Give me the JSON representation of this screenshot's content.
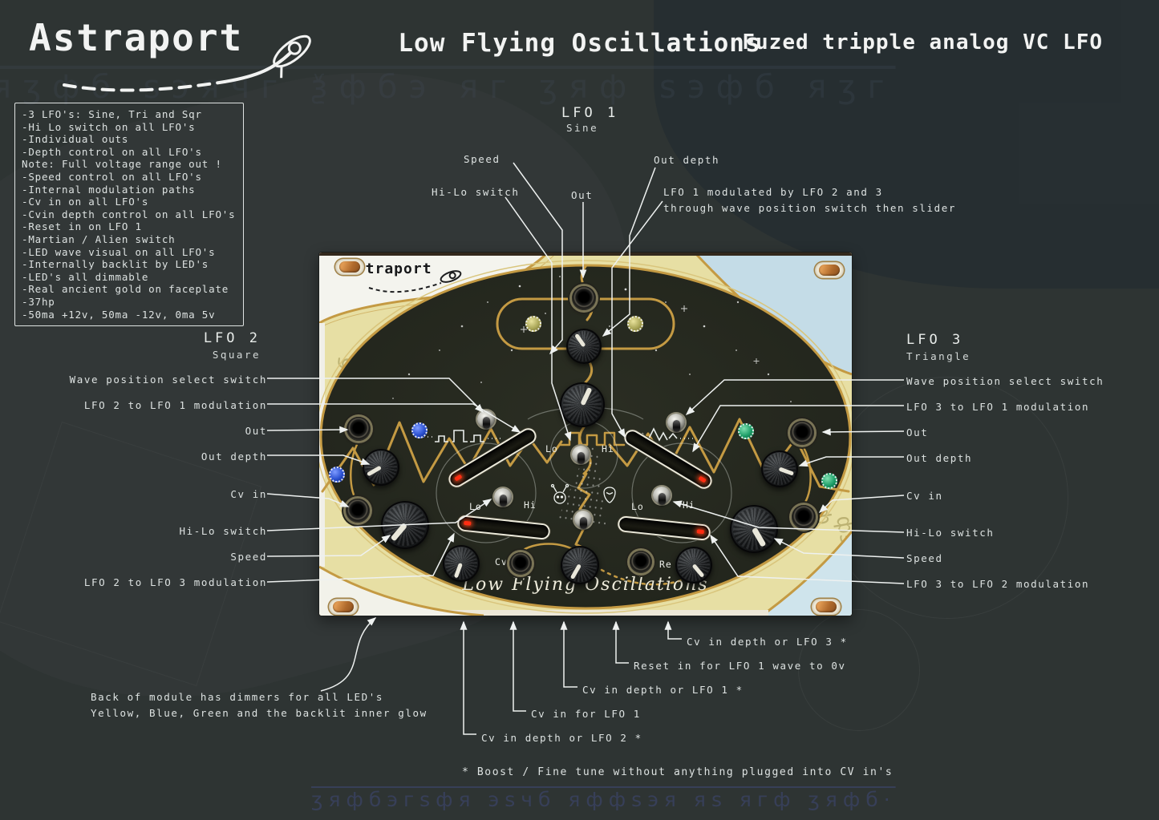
{
  "header": {
    "brand": "Astraport",
    "title": "Low Flying Oscillations",
    "subtitle": "Fuzed tripple analog VC LFO"
  },
  "features": {
    "lines": [
      "-3 LFO's: Sine, Tri and Sqr",
      "-Hi Lo switch on all LFO's",
      "-Individual outs",
      "-Depth control on all LFO's",
      " Note: Full voltage range out !",
      "-Speed control on all LFO's",
      "-Internal modulation paths",
      "-Cv in on all LFO's",
      "-Cvin depth control on all LFO's",
      "-Reset in on LFO 1",
      "-Martian / Alien switch",
      "-LED wave visual on all LFO's",
      "-Internally backlit by LED's",
      "-LED's all dimmable",
      "-Real ancient gold on faceplate",
      "-37hp",
      "-50ma +12v, 50ma -12v, 0ma 5v"
    ]
  },
  "lfo1": {
    "title": "LFO 1",
    "wave": "Sine",
    "speed": "Speed",
    "out_depth": "Out depth",
    "hilo": "Hi-Lo switch",
    "out": "Out",
    "mod_line1": "LFO 1 modulated by LFO 2 and 3",
    "mod_line2": "through wave position switch then slider"
  },
  "lfo2": {
    "title": "LFO 2",
    "wave": "Square",
    "labels": [
      "Wave position select switch",
      "LFO 2 to LFO 1 modulation",
      "Out",
      "Out depth",
      "Cv in",
      "Hi-Lo switch",
      "Speed",
      "LFO 2 to LFO 3 modulation"
    ]
  },
  "lfo3": {
    "title": "LFO 3",
    "wave": "Triangle",
    "labels": [
      "Wave position select switch",
      "LFO 3 to LFO 1 modulation",
      "Out",
      "Out depth",
      "Cv in",
      "Hi-Lo switch",
      "Speed",
      "LFO 3 to LFO 2 modulation"
    ]
  },
  "bottom": {
    "callouts": [
      "Cv in depth or LFO 3 *",
      "Reset in for LFO 1 wave to 0v",
      "Cv in depth or LFO 1 *",
      "Cv in for LFO 1",
      "Cv in depth or LFO 2 *"
    ],
    "footnote": "* Boost / Fine tune without anything plugged into CV in's"
  },
  "back_note": {
    "line1": "Back of module has dimmers for all LED's",
    "line2": "Yellow, Blue, Green and the backlit inner glow"
  },
  "module": {
    "brand": "Astraport",
    "panel_title": "Low Flying Oscillations",
    "lo": "Lo",
    "hi": "Hi",
    "cv_jack": "Cv",
    "reset_jack": "Re",
    "accent_gold": "#c49a43",
    "led_colors": {
      "lfo1": "#a9a557",
      "lfo2": "#2b50d0",
      "lfo3": "#1d9e68"
    }
  },
  "decorative": {
    "glyph_row_top": "яʒфб ѕэячг ѯфбэ яг ʒяф ѕэфб яʒг",
    "glyph_row_bottom": "ʒяфбэгѕфя эѕчб яффѕэя яѕ ягф ʒяфб·"
  }
}
